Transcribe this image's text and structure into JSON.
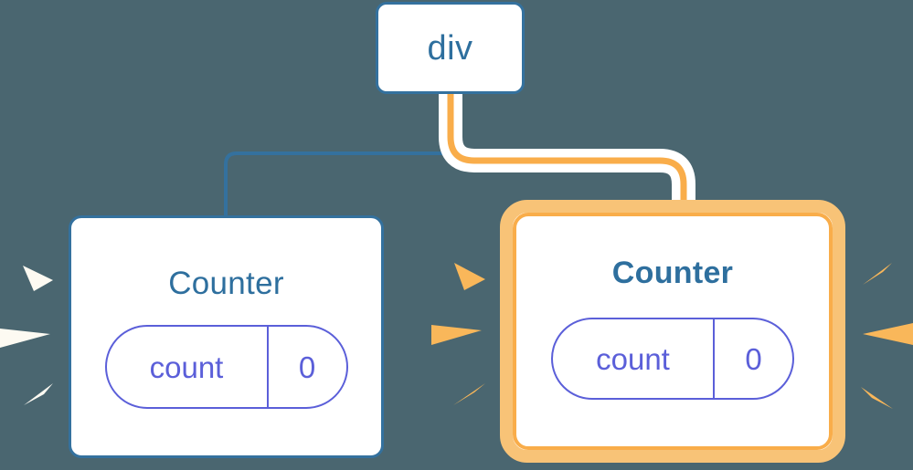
{
  "diagram": {
    "title": "React component tree re-render diagram",
    "background_color": "#4a6670"
  },
  "root": {
    "label": "div",
    "border_color": "#34719e",
    "text_color": "#2e6f9e"
  },
  "nodes": [
    {
      "id": "counter-left",
      "title": "Counter",
      "highlighted": false,
      "state_key": "count",
      "state_value": "0",
      "border_color": "#34719e",
      "title_color": "#2e6f9e",
      "pill_color": "#5b5fd9",
      "sparkle_color": "#fdfaf2"
    },
    {
      "id": "counter-right",
      "title": "Counter",
      "highlighted": true,
      "state_key": "count",
      "state_value": "0",
      "border_color": "#f9ad4a",
      "glow_color": "#f8c377",
      "title_color": "#2e6f9e",
      "pill_color": "#5b5fd9",
      "sparkle_color": "#f9b75a"
    }
  ],
  "connectors": [
    {
      "id": "edge-to-left-counter",
      "from": "div",
      "to": "counter-left",
      "color": "#34719e",
      "state": "idle"
    },
    {
      "id": "edge-to-right-counter",
      "from": "div",
      "to": "counter-right",
      "color": "#f9ad4a",
      "halo_color": "#ffffff",
      "state": "active"
    }
  ],
  "sparkle_groups": [
    {
      "id": "sparkles-left-of-left-card",
      "color": "#fdfaf2",
      "count": 3
    },
    {
      "id": "sparkles-right-of-left-card",
      "color": "#f9b75a",
      "count": 3
    },
    {
      "id": "sparkles-right-of-right-card",
      "color": "#f9b75a",
      "count": 3
    }
  ]
}
